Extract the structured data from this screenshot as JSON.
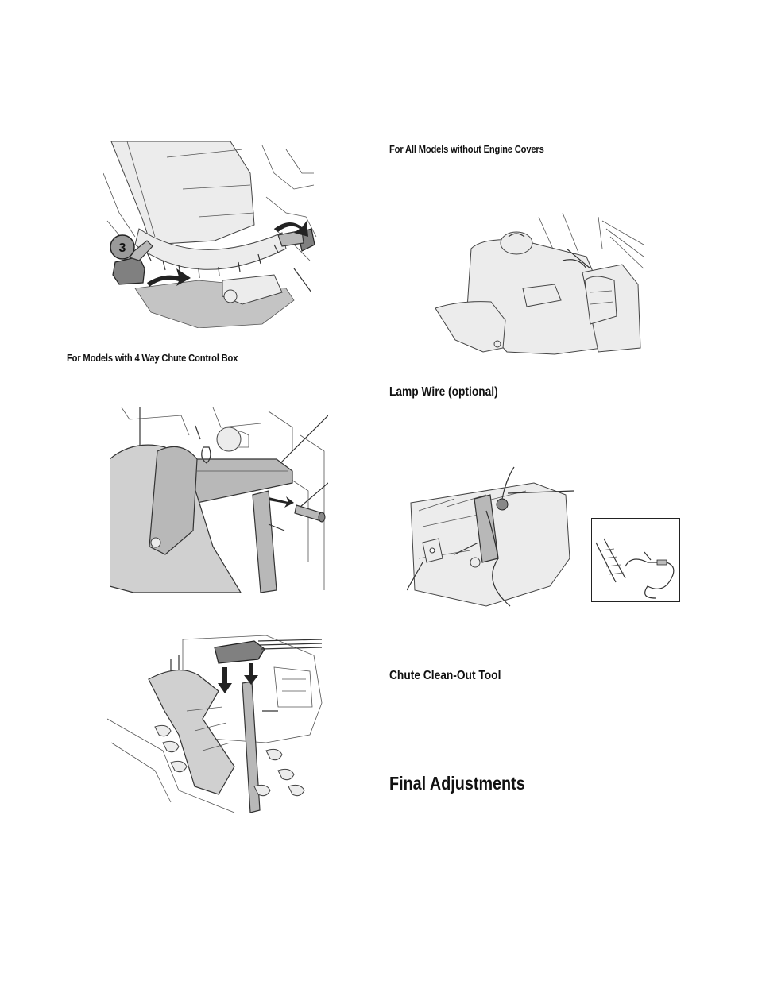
{
  "headings": {
    "all_models_without_engine_covers": "For All Models without Engine Covers",
    "four_way_chute_control_box": "For Models with 4 Way Chute Control Box",
    "lamp_wire": "Lamp Wire (optional)",
    "chute_clean_out_tool": "Chute Clean-Out Tool",
    "final_adjustments": "Final Adjustments"
  },
  "figures": {
    "chute_rotation_step_label": "3"
  }
}
